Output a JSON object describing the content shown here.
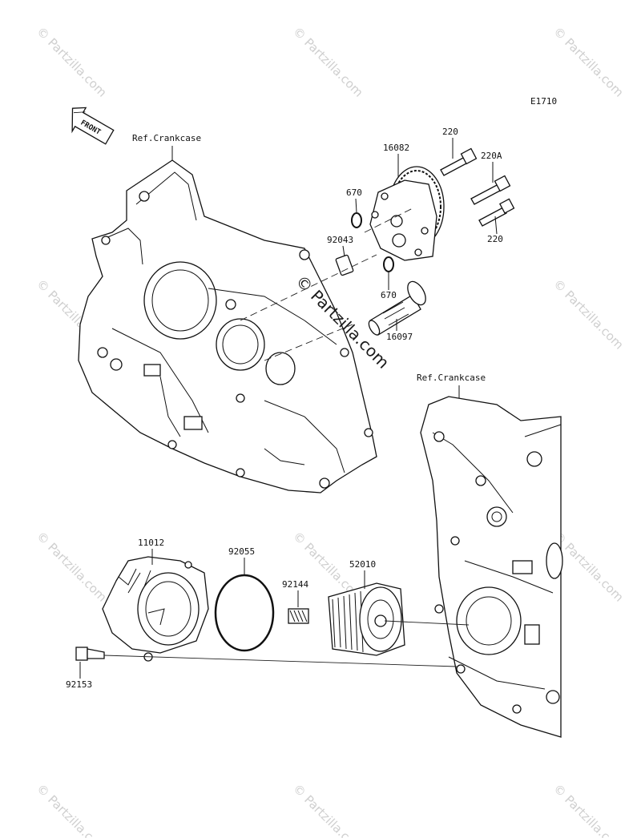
{
  "diagram": {
    "code": "E1710",
    "front_label": "FRONT",
    "ref_labels": [
      "Ref.Crankcase",
      "Ref.Crankcase"
    ],
    "watermark_text": "© Partzilla.com",
    "parts": {
      "p16082": "16082",
      "p220a": "220",
      "p220A": "220A",
      "p220b": "220",
      "p670a": "670",
      "p670b": "670",
      "p92043": "92043",
      "p16097": "16097",
      "p11012": "11012",
      "p92055": "92055",
      "p92144": "92144",
      "p52010": "52010",
      "p92153": "92153"
    }
  }
}
